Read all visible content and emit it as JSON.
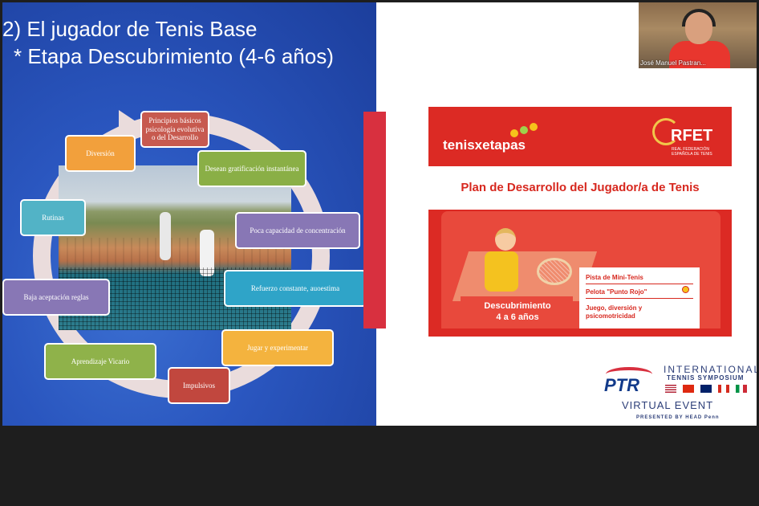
{
  "slide": {
    "title_line1": "2) El jugador de Tenis Base",
    "title_line2": "* Etapa Descubrimiento (4-6 años)",
    "cycle": [
      "Principios básicos psicología evolutiva o del Desarrollo",
      "Desean gratificación instantánea",
      "Poca capacidad de concentración",
      "Refuerzo constante, auoestima",
      "Jugar y experimentar",
      "Impulsivos",
      "Aprendizaje Vicario",
      "Baja aceptación reglas",
      "Rutinas",
      "Diversión"
    ]
  },
  "card": {
    "brand": "tenisxetapas",
    "org_short": "RFET",
    "org_full": "REAL FEDERACIÓN ESPAÑOLA DE TENIS",
    "plan_title": "Plan de Desarrollo del Jugador/a de Tenis",
    "stage_name": "Descubrimiento",
    "stage_ages": "4 a 6 años",
    "items": [
      "Pista de Mini-Tenis",
      "Pelota \"Punto Rojo\"",
      "Juego, diversión y psicomotricidad"
    ]
  },
  "sponsor": {
    "ptr": "PTR",
    "international": "INTERNATIONAL",
    "symposium": "TENNIS SYMPOSIUM",
    "event": "VIRTUAL EVENT",
    "presented": "PRESENTED BY HEAD Penn"
  },
  "webcam": {
    "participant_name": "José Manuel Pastran..."
  },
  "colors": {
    "slide_blue": "#2a56bf",
    "card_red": "#dc2a24",
    "accent_red": "#d8303f",
    "ptr_blue": "#123a8a"
  }
}
